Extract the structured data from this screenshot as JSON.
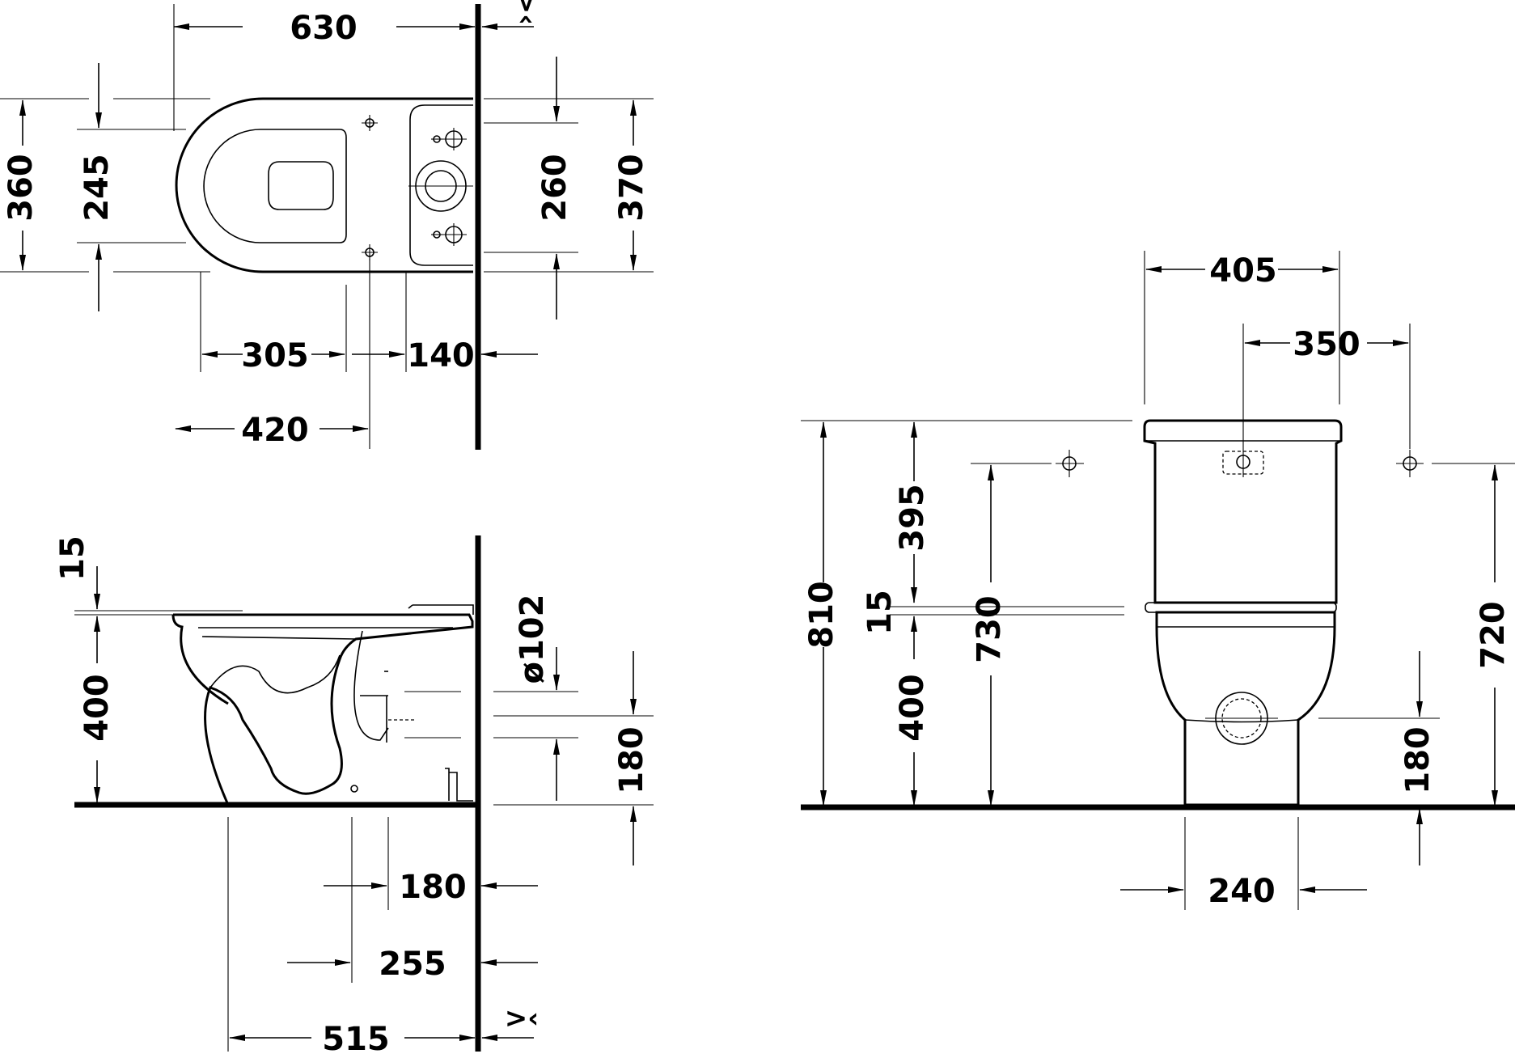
{
  "dimensions": {
    "top_width_630": "630",
    "top_offset_x": ">‹",
    "top_h_360": "360",
    "top_h_245": "245",
    "top_h_260": "260",
    "top_h_370": "370",
    "top_305": "305",
    "top_140": "140",
    "top_420": "420",
    "side_15": "15",
    "side_400": "400",
    "side_d102": "ø102",
    "side_180v": "180",
    "side_180h": "180",
    "side_255": "255",
    "side_515": "515",
    "side_offset_x": ">‹",
    "front_405": "405",
    "front_350": "350",
    "front_810": "810",
    "front_395": "395",
    "front_15": "15",
    "front_730": "730",
    "front_400": "400",
    "front_720": "720",
    "front_180": "180",
    "front_240": "240"
  }
}
